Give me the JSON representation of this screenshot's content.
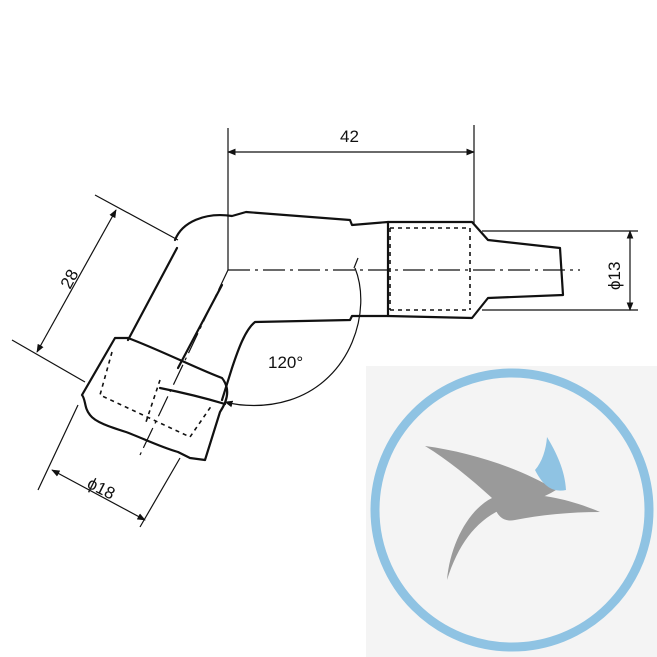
{
  "drawing": {
    "dim_length": "42",
    "dim_height": "28",
    "dim_angle": "120°",
    "dim_diameter_small": "ϕ13",
    "dim_diameter_large": "ϕ18"
  },
  "logo": {
    "ring_color": "#8fc3e3",
    "bird_gray": "#9a9a9a",
    "bird_blue": "#8fc3e3"
  }
}
